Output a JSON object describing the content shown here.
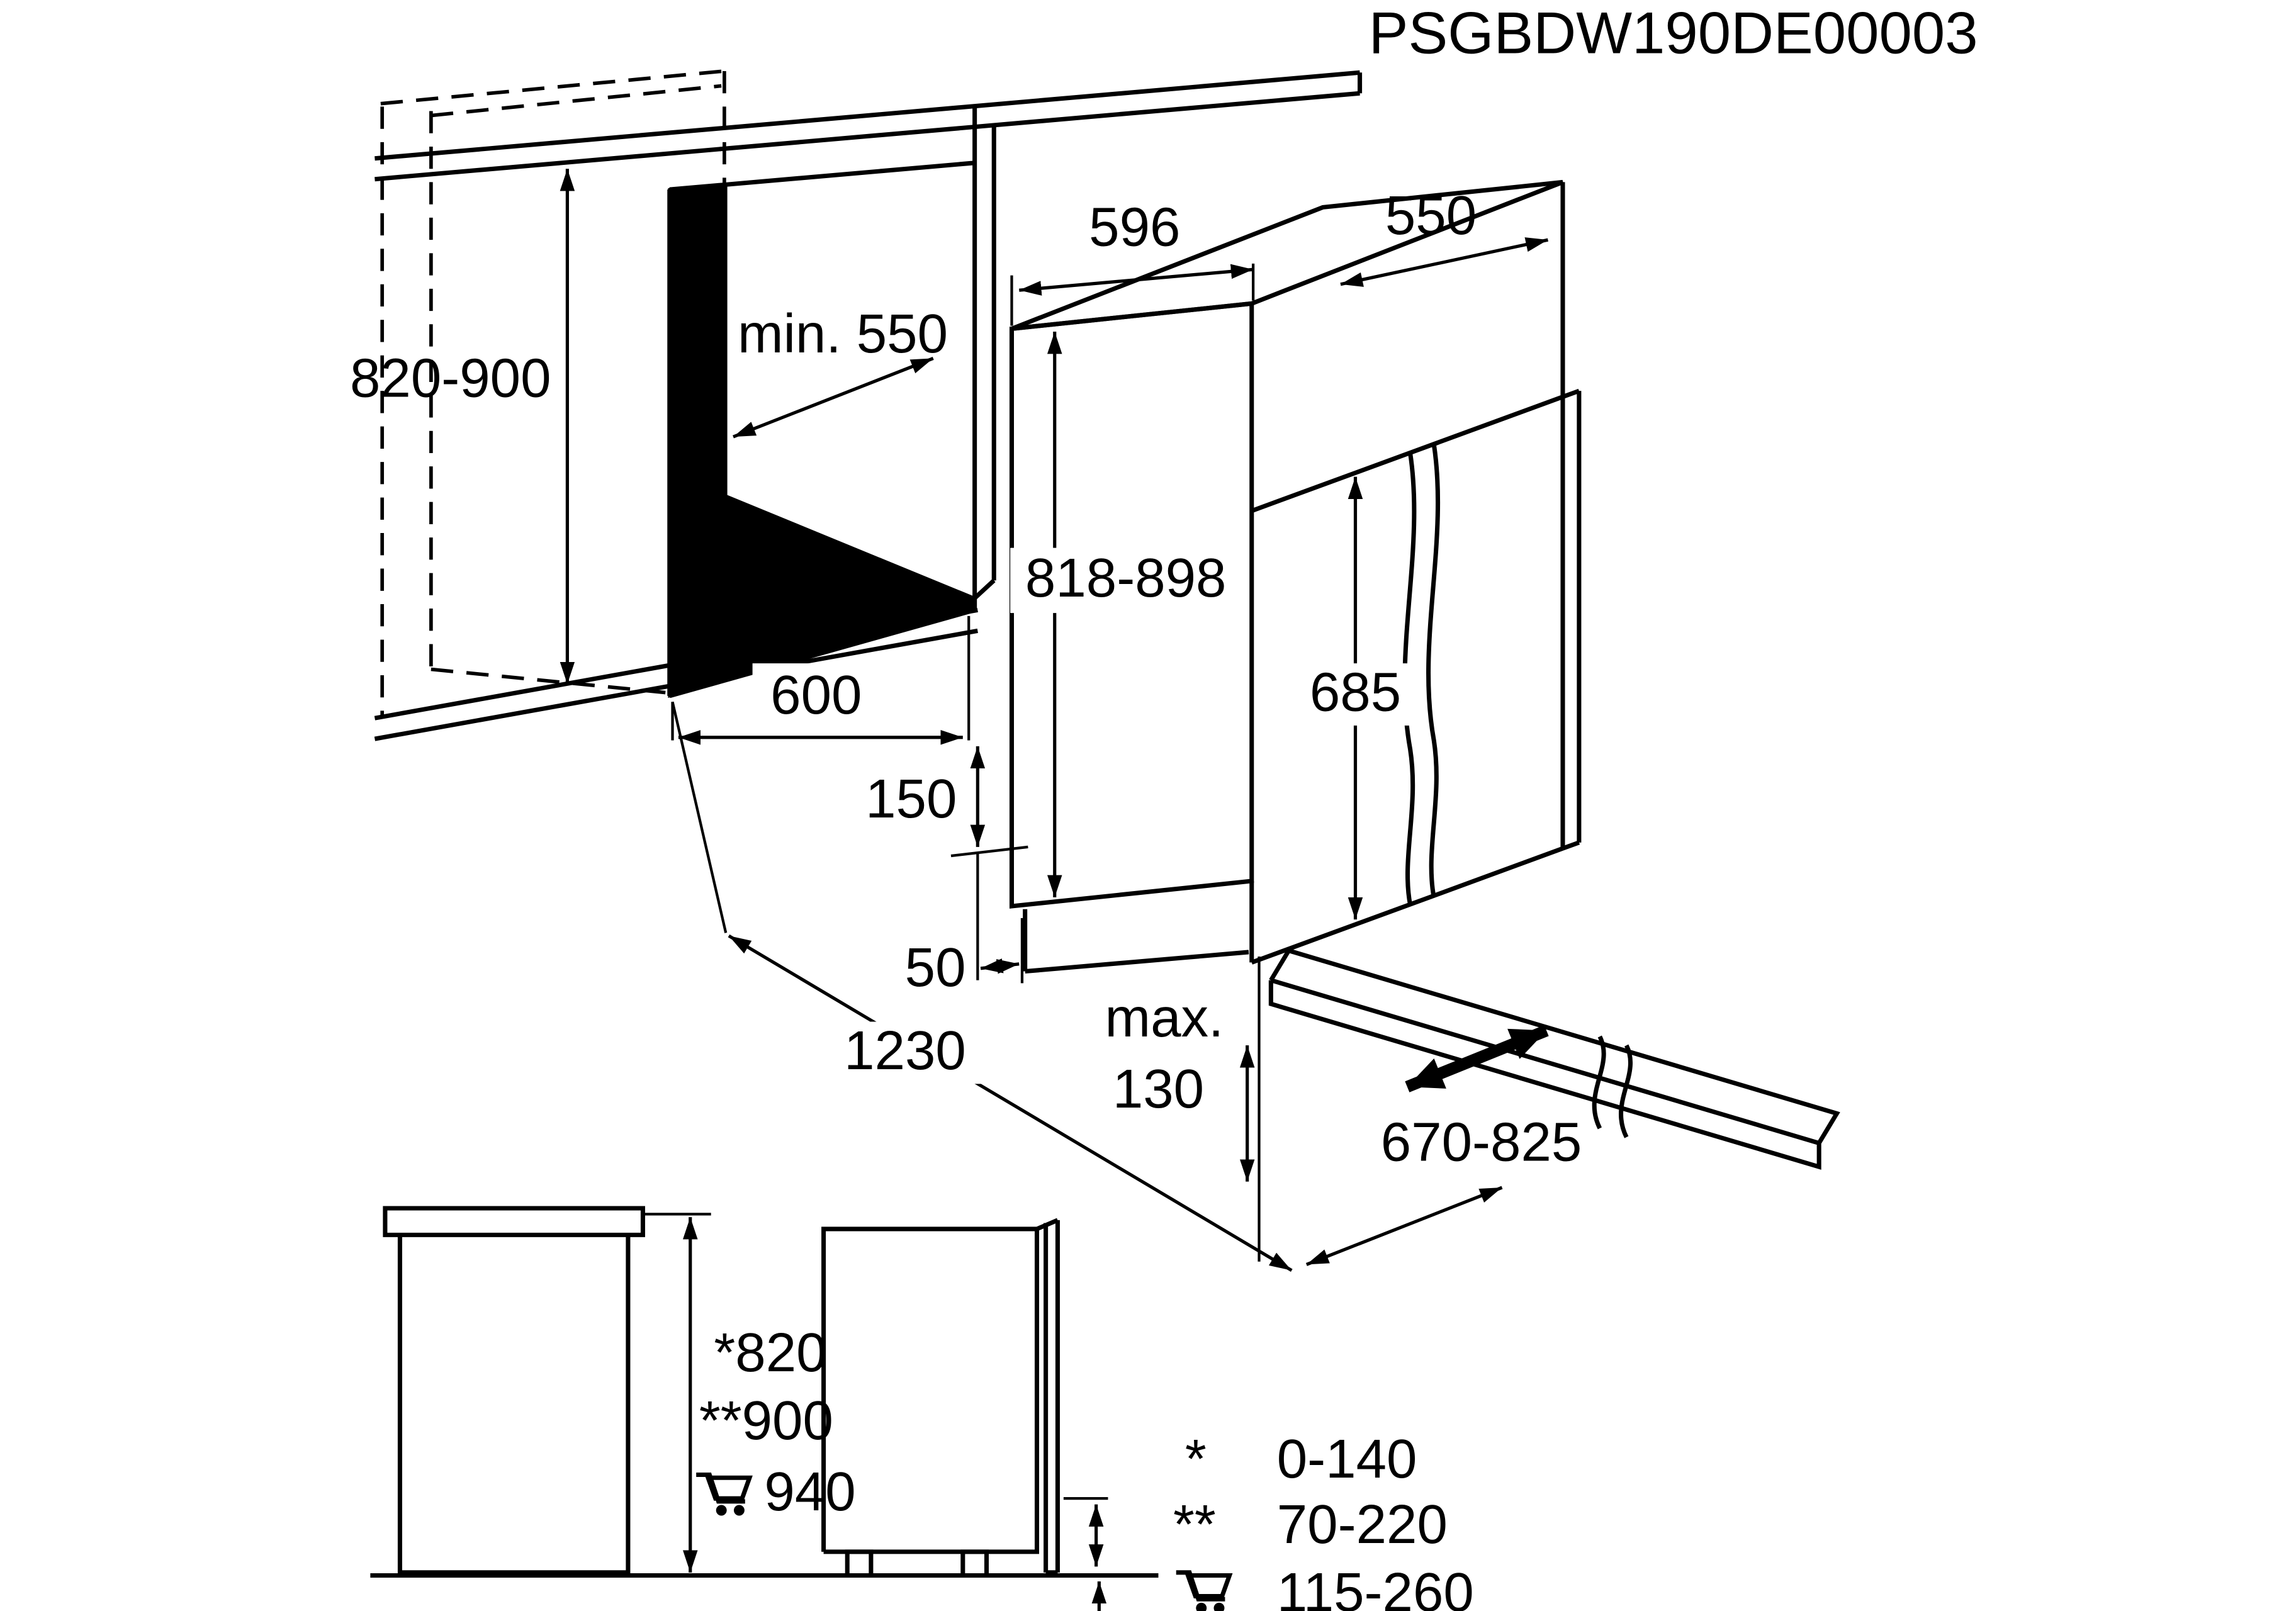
{
  "drawing_code": "PSGBDW190DE00003",
  "main_view": {
    "niche_height": "820-900",
    "niche_depth": "min. 550",
    "niche_width": "600",
    "appliance_width": "596",
    "appliance_depth": "550",
    "appliance_height": "818-898",
    "door_panel_height": "685",
    "plinth_clearance": "150",
    "side_gap": "50",
    "service_distance": "1230",
    "drain_max_label": "max.",
    "drain_max_value": "130",
    "drain_hose_range": "670-825"
  },
  "side_views": {
    "height_with_star": "*820",
    "height_with_double_star": "**900",
    "height_with_cart": "940",
    "star_marker": "*",
    "star_range": "0-140",
    "double_star_marker": "**",
    "double_star_range": "70-220",
    "cart_range": "115-260"
  }
}
